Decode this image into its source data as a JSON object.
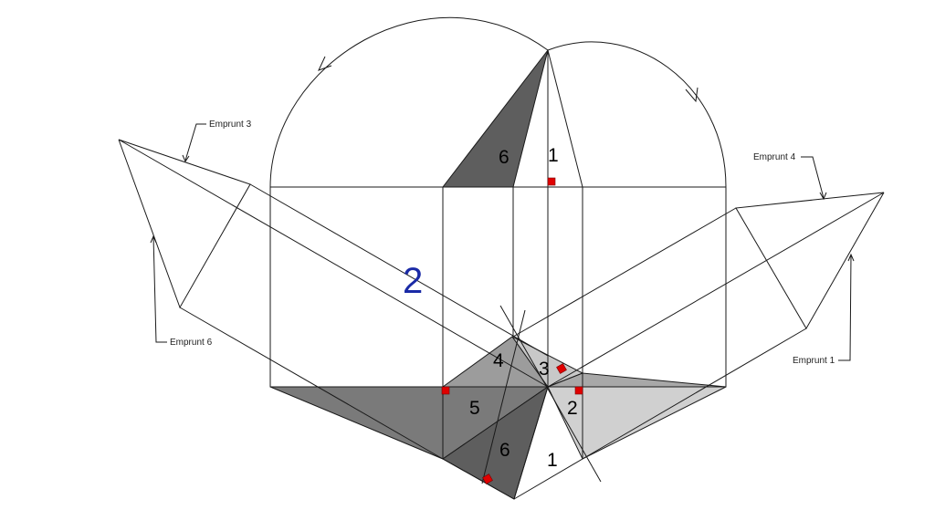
{
  "diagram": {
    "face_labels": {
      "top_6": "6",
      "top_1": "1",
      "bottom_4": "4",
      "bottom_3": "3",
      "bottom_5": "5",
      "bottom_2": "2",
      "bottom_6": "6",
      "bottom_1": "1"
    },
    "step_number": "2",
    "callouts": {
      "emprunt_3": "Emprunt 3",
      "emprunt_4": "Emprunt 4",
      "emprunt_6": "Emprunt 6",
      "emprunt_1": "Emprunt 1"
    },
    "colors": {
      "dark": "#5e5e5e",
      "mid": "#7a7a7a",
      "light": "#a8a8a8",
      "lighter": "#c8c8c8",
      "marker": "#e00000",
      "step_number": "#1a2aa6"
    }
  }
}
